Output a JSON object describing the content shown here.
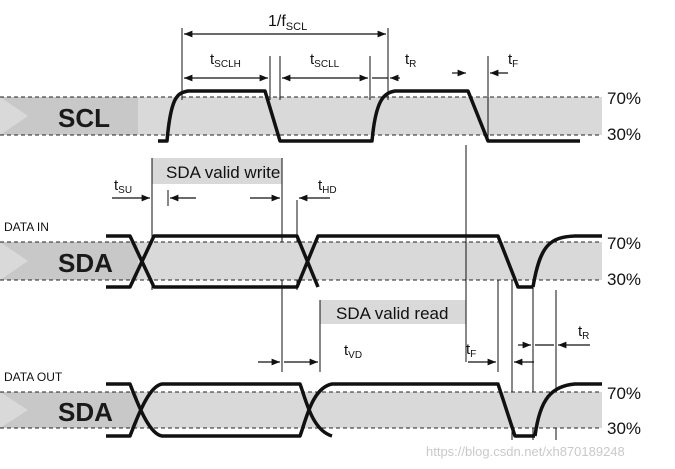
{
  "period_label": "1/f",
  "period_sub": "SCL",
  "t_sclh": {
    "main": "t",
    "sub": "SCLH"
  },
  "t_scll": {
    "main": "t",
    "sub": "SCLL"
  },
  "t_r_top": {
    "main": "t",
    "sub": "R"
  },
  "t_f_top": {
    "main": "t",
    "sub": "F"
  },
  "scl_label": "SCL",
  "sda_valid_write": "SDA valid write",
  "t_su": {
    "main": "t",
    "sub": "SU"
  },
  "t_hd": {
    "main": "t",
    "sub": "HD"
  },
  "data_in_label": "DATA IN",
  "sda_in_label": "SDA",
  "sda_valid_read": "SDA valid read",
  "t_vd": {
    "main": "t",
    "sub": "VD"
  },
  "t_f_bottom": {
    "main": "t",
    "sub": "F"
  },
  "t_r_bottom": {
    "main": "t",
    "sub": "R"
  },
  "data_out_label": "DATA OUT",
  "sda_out_label": "SDA",
  "level_high": "70%",
  "level_low": "30%",
  "watermark": "https://blog.csdn.net/xh870189248",
  "colors": {
    "band": "#d9d9d9",
    "line": "#111111",
    "box": "#d9d9d9"
  }
}
